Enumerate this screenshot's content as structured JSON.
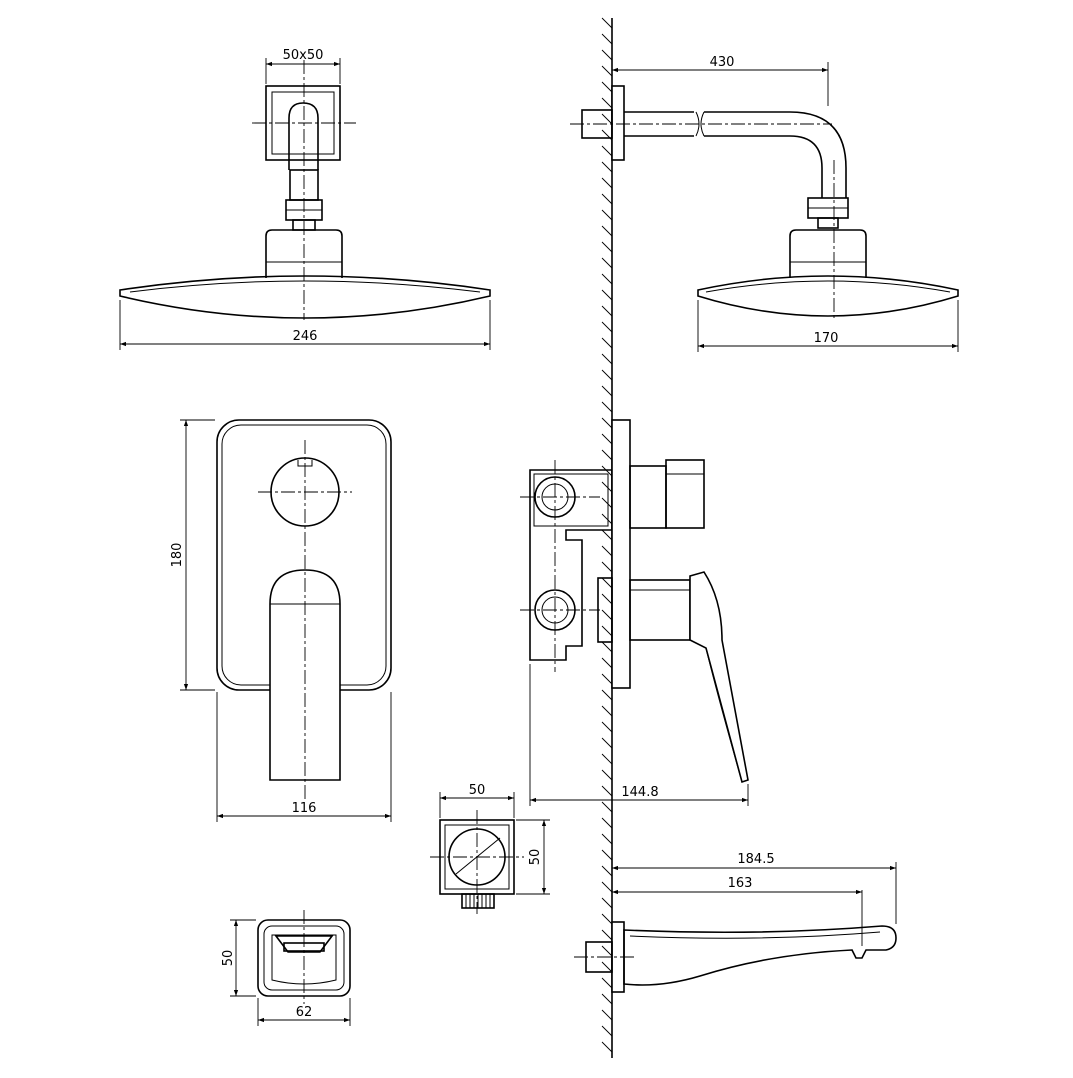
{
  "dimensions": {
    "arm_base": "50x50",
    "arm_length": "430",
    "head_front_width": "246",
    "head_side_width": "170",
    "mixer_height": "180",
    "mixer_width": "116",
    "mixer_depth": "144.8",
    "outlet_width": "50",
    "outlet_height": "50",
    "spout_length_total": "184.5",
    "spout_length": "163",
    "spout_front_height": "50",
    "spout_front_width": "62"
  }
}
